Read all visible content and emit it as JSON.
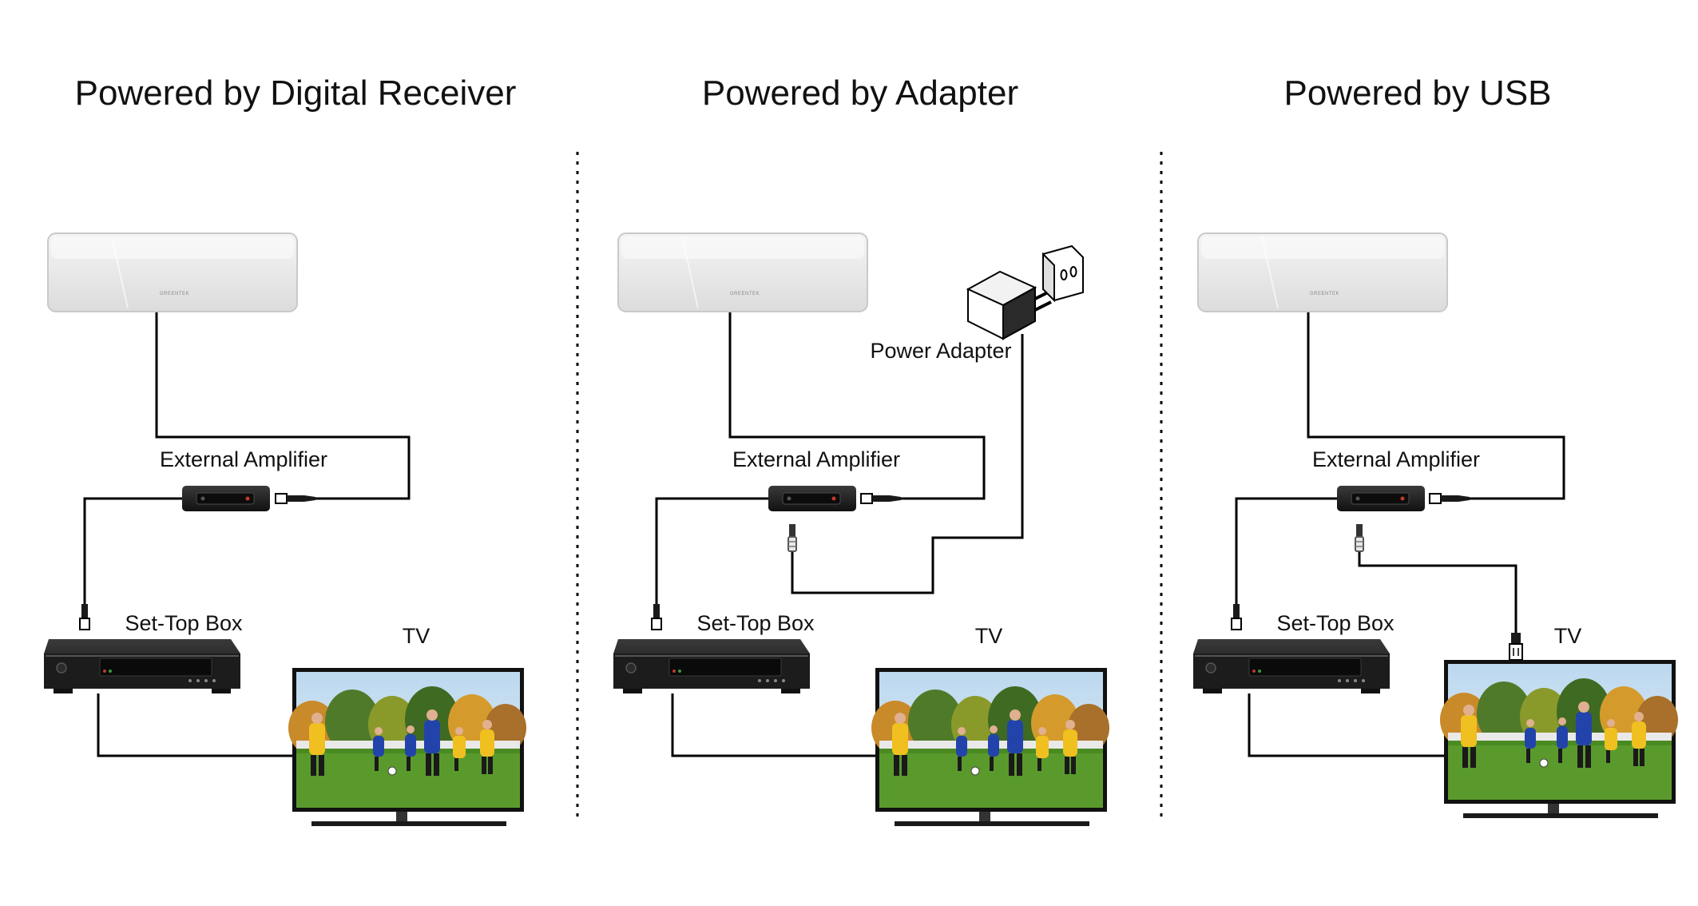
{
  "panels": [
    {
      "title": "Powered by Digital Receiver",
      "amplifier_label": "External Amplifier",
      "stb_label": "Set-Top Box",
      "tv_label": "TV",
      "antenna_brand": "GREENTEK"
    },
    {
      "title": "Powered by Adapter",
      "amplifier_label": "External Amplifier",
      "stb_label": "Set-Top Box",
      "tv_label": "TV",
      "adapter_label": "Power Adapter",
      "antenna_brand": "GREENTEK"
    },
    {
      "title": "Powered by USB",
      "amplifier_label": "External Amplifier",
      "stb_label": "Set-Top Box",
      "tv_label": "TV",
      "antenna_brand": "GREENTEK"
    }
  ],
  "colors": {
    "wire": "#000000",
    "antenna": "#ececec",
    "device": "#1e1e1e",
    "screen_sky": "#9fc3e0",
    "screen_grass": "#5a9a2c",
    "player_yellow": "#f0c020",
    "player_blue": "#2244aa"
  }
}
